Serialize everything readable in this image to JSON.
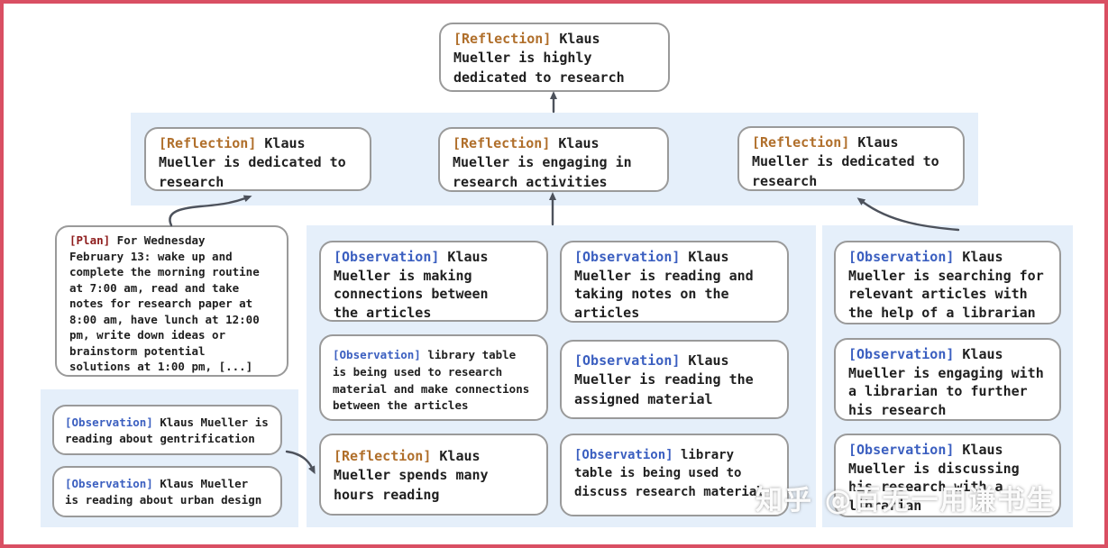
{
  "diagram": {
    "colors": {
      "frame_border": "#d94f63",
      "band_background": "#e5effa",
      "node_border": "#9a9a9a",
      "arrow": "#4d525c",
      "text": "#1f1f1f",
      "reflection_tag": "#b06f2b",
      "observation_tag": "#3b5fc0",
      "plan_tag": "#8e1c1c"
    },
    "root": {
      "tag": "[Reflection]",
      "text": " Klaus\nMueller is highly\ndedicated to research"
    },
    "reflections": [
      {
        "tag": "[Reflection]",
        "text": " Klaus\nMueller is dedicated to\nresearch"
      },
      {
        "tag": "[Reflection]",
        "text": " Klaus\nMueller is engaging in\nresearch activities"
      },
      {
        "tag": "[Reflection]",
        "text": " Klaus\nMueller is dedicated to\nresearch"
      }
    ],
    "plan": {
      "tag": "[Plan]",
      "text": " For Wednesday\nFebruary 13: wake up and\ncomplete the morning routine\nat 7:00 am, read and take\nnotes for research paper at\n8:00 am, have lunch at 12:00\npm, write down ideas or\nbrainstorm potential\nsolutions at 1:00 pm, [...]"
    },
    "left_observations": [
      {
        "tag": "[Observation]",
        "text": " Klaus Mueller is\nreading about gentrification"
      },
      {
        "tag": "[Observation]",
        "text": " Klaus Mueller\nis reading about urban design"
      }
    ],
    "middle_col_a": [
      {
        "tag": "[Observation]",
        "text": " Klaus\nMueller is making\nconnections between\nthe articles"
      },
      {
        "tag": "[Observation]",
        "text": " library table\nis being used to research\nmaterial and make connections\nbetween the articles"
      },
      {
        "tag": "[Reflection]",
        "text": " Klaus\nMueller spends many\nhours reading"
      }
    ],
    "middle_col_b": [
      {
        "tag": "[Observation]",
        "text": " Klaus\nMueller is reading and\ntaking notes on the\narticles"
      },
      {
        "tag": "[Observation]",
        "text": " Klaus\nMueller is reading the\nassigned material"
      },
      {
        "tag": "[Observation]",
        "text": " library\ntable is being used to\ndiscuss research material"
      }
    ],
    "right_observations": [
      {
        "tag": "[Observation]",
        "text": " Klaus\nMueller is searching for\nrelevant articles with\nthe help of a librarian"
      },
      {
        "tag": "[Observation]",
        "text": " Klaus\nMueller is engaging with\na librarian to further\nhis research"
      },
      {
        "tag": "[Observation]",
        "text": " Klaus\nMueller is discussing\nhis research with a\nlibrarian"
      }
    ],
    "watermark": "知乎 @百无一用谦书生"
  }
}
